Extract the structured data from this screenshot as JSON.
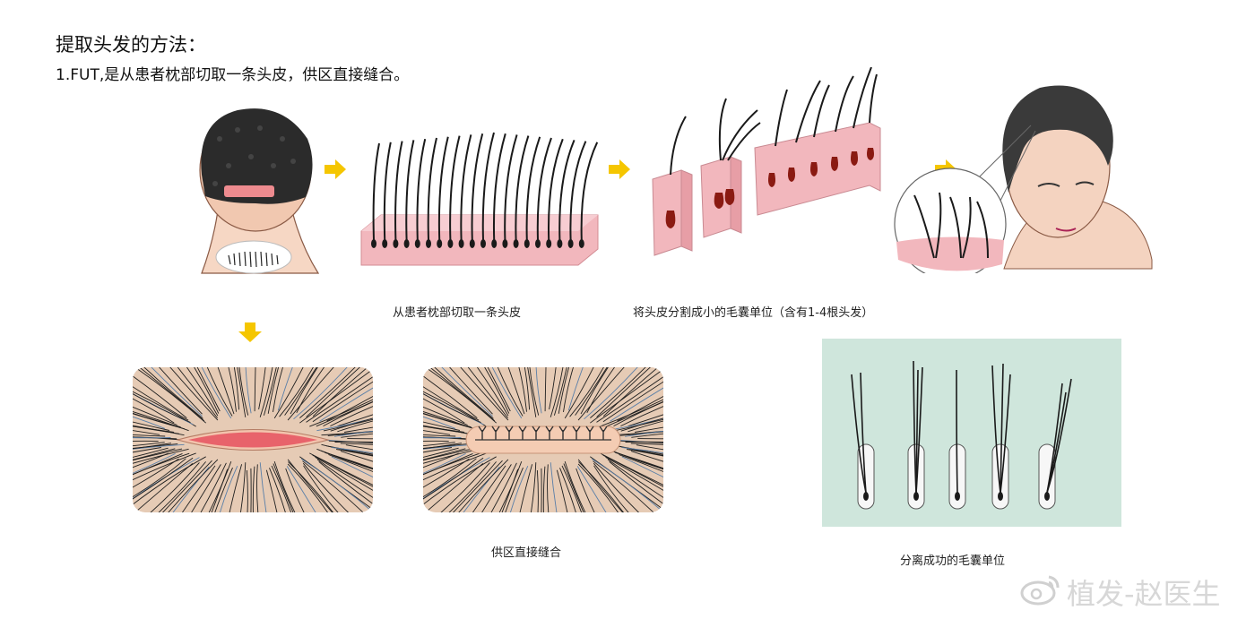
{
  "heading": {
    "title": "提取头发的方法：",
    "subtitle": "1.FUT,是从患者枕部切取一条头皮，供区直接缝合。"
  },
  "captions": {
    "strip_removal": "从患者枕部切取一条头皮",
    "graft_division": "将头皮分割成小的毛囊单位（含有1-4根头发）",
    "donor_closure": "供区直接缝合",
    "separated_grafts": "分离成功的毛囊单位"
  },
  "watermark": {
    "text": "植发-赵医生",
    "icon": "weibo-icon"
  },
  "colors": {
    "arrow": "#f5c600",
    "skin_pink": "#f2b7bd",
    "wound_red": "#e8636b",
    "follicle_panel_bg": "#cfe6dc",
    "hair": "#1a1a1a"
  }
}
